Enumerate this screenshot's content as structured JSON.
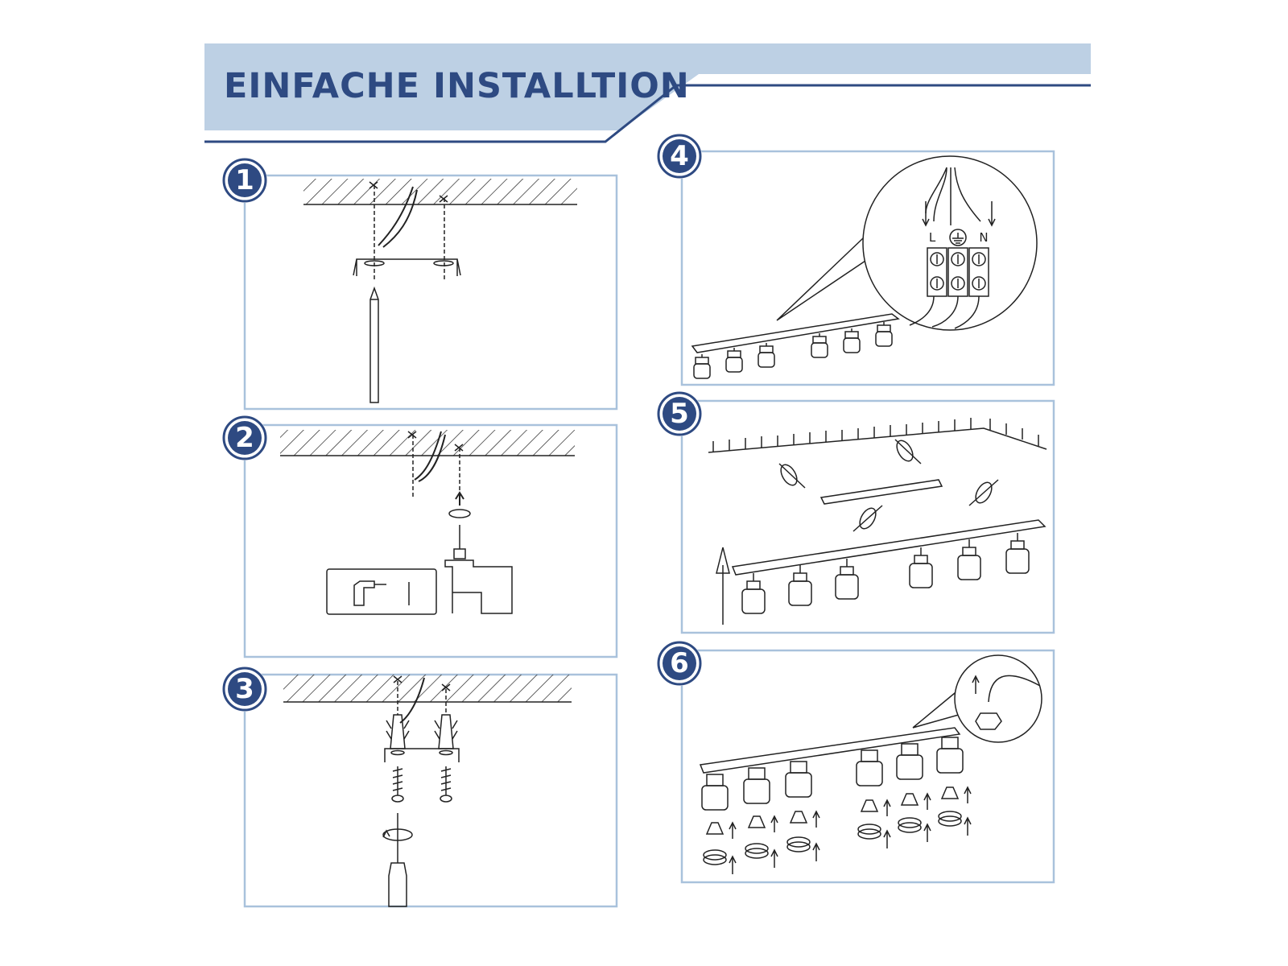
{
  "header": {
    "title": "EINFACHE INSTALLTION"
  },
  "steps": [
    {
      "number": "1"
    },
    {
      "number": "2"
    },
    {
      "number": "3"
    },
    {
      "number": "4",
      "terminal_labels": [
        "L",
        "N"
      ]
    },
    {
      "number": "5"
    },
    {
      "number": "6"
    }
  ],
  "colors": {
    "banner": "#bdd0e4",
    "accent": "#2e4a82",
    "panel_border": "#a9c2dc",
    "line_art": "#222222"
  }
}
